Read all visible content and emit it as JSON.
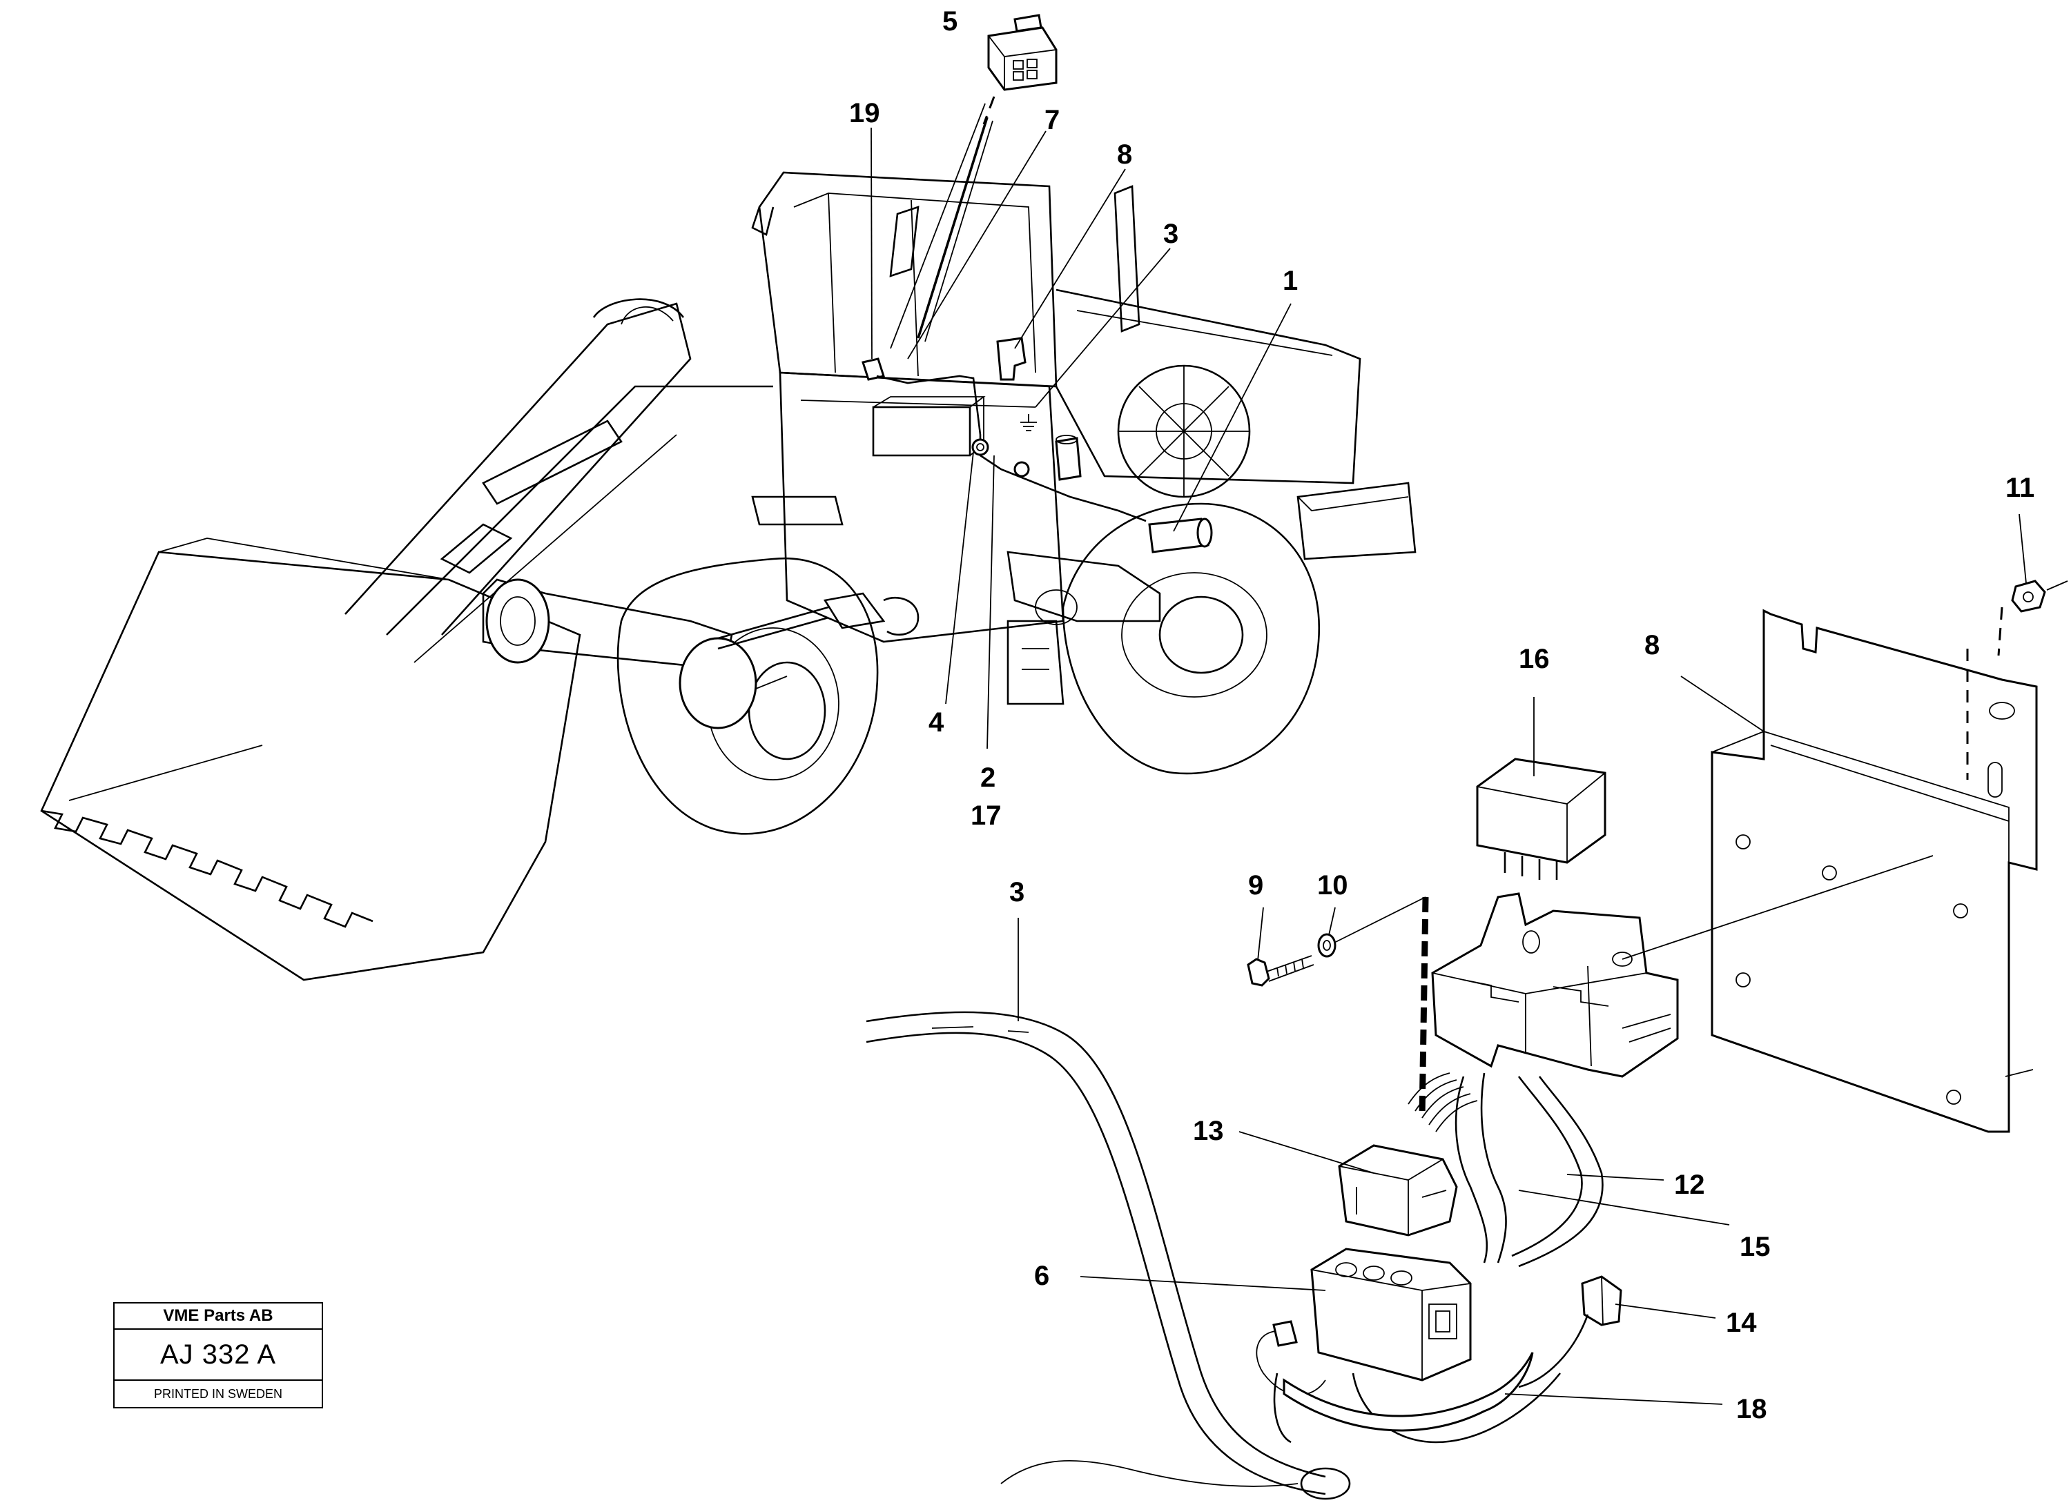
{
  "callouts": {
    "c1": "1",
    "c2": "2",
    "c3a": "3",
    "c3b": "3",
    "c4": "4",
    "c5": "5",
    "c6": "6",
    "c7": "7",
    "c8a": "8",
    "c8b": "8",
    "c9": "9",
    "c10": "10",
    "c11": "11",
    "c12": "12",
    "c13": "13",
    "c14": "14",
    "c15": "15",
    "c16": "16",
    "c17": "17",
    "c18": "18",
    "c19": "19"
  },
  "stamp": {
    "company": "VME Parts AB",
    "code": "AJ 332 A",
    "printed": "PRINTED IN SWEDEN"
  }
}
